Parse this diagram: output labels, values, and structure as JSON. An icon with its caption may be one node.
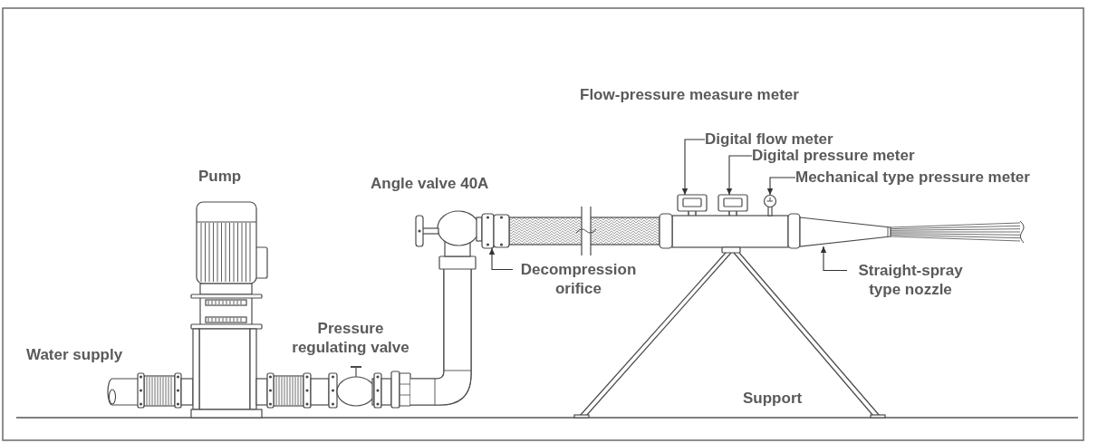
{
  "diagram": {
    "nodes": [
      {
        "text": [
          "Digital flow meter"
        ]
      },
      {
        "text": [],
        "shape": "picture"
      },
      {
        "text": [
          "Digital pressure meter"
        ]
      },
      {
        "text": [],
        "shape": "picture"
      },
      {
        "text": [
          "Mechanical type pressure meter"
        ]
      },
      {
        "text": [],
        "shape": "picture"
      },
      {
        "text": [
          "Decompression orifice"
        ]
      },
      {
        "text": [],
        "shape": "picture"
      },
      {
        "text": [
          "Straight-spray type nozzle"
        ]
      },
      {
        "text": [],
        "shape": "picture"
      }
    ],
    "edges": [
      {
        "from": 0,
        "to": 1,
        "arrow": "to"
      },
      {
        "from": 2,
        "to": 3,
        "arrow": "to"
      },
      {
        "from": 4,
        "to": 5,
        "arrow": "to"
      },
      {
        "from": 6,
        "to": 7,
        "arrow": "to"
      },
      {
        "from": 8,
        "to": 9,
        "arrow": "to"
      }
    ],
    "labels": [
      "Flow-pressure measure meter",
      "Pump",
      "Angle valve 40A",
      "Pressure regulating valve",
      "Water supply",
      "Support"
    ]
  }
}
